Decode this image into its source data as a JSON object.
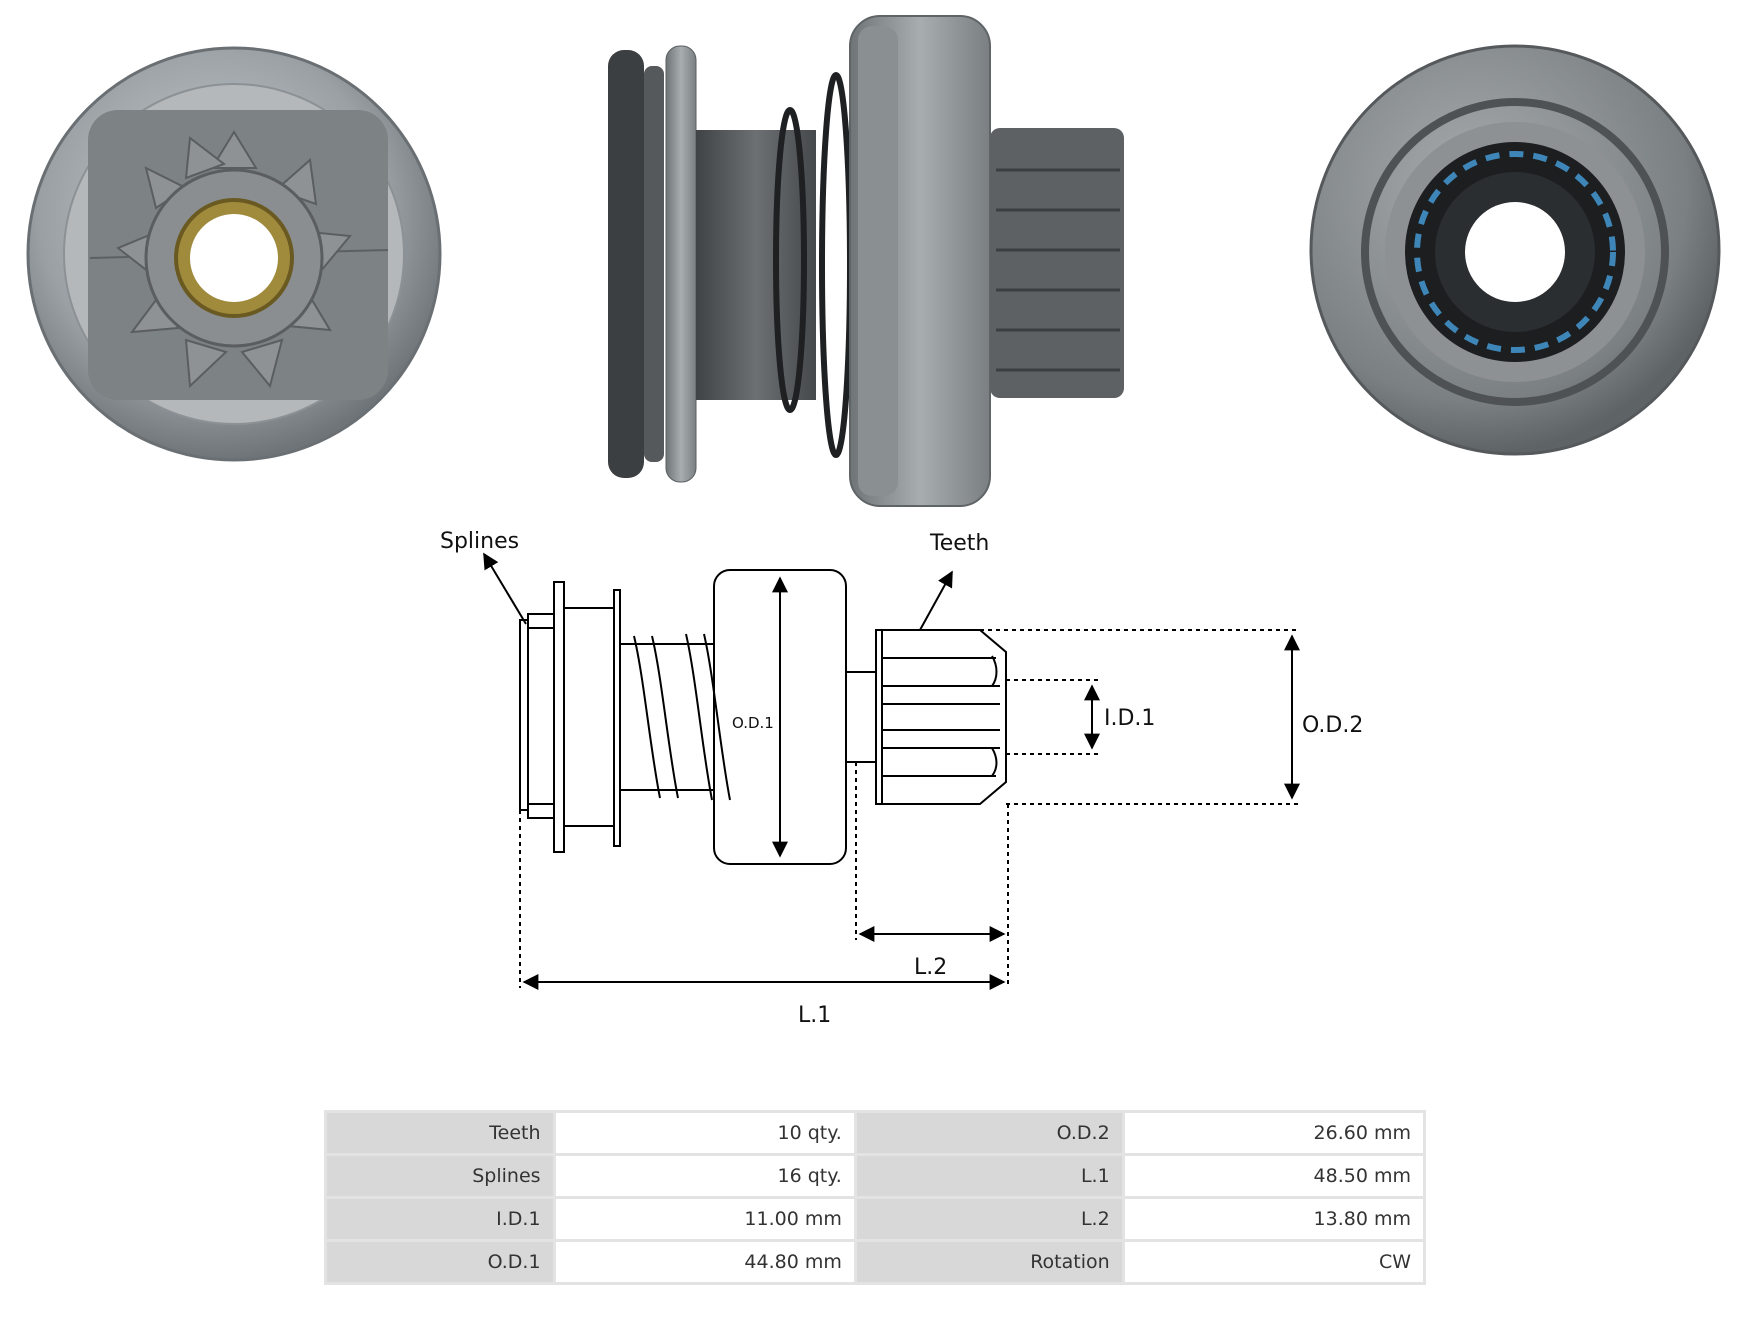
{
  "diagram": {
    "labels": {
      "splines": "Splines",
      "teeth": "Teeth",
      "od1": "O.D.1",
      "id1": "I.D.1",
      "od2": "O.D.2",
      "l2": "L.2",
      "l1": "L.1"
    }
  },
  "specs": {
    "rows": [
      {
        "label_a": "Teeth",
        "value_a": "10 qty.",
        "label_b": "O.D.2",
        "value_b": "26.60 mm"
      },
      {
        "label_a": "Splines",
        "value_a": "16 qty.",
        "label_b": "L.1",
        "value_b": "48.50 mm"
      },
      {
        "label_a": "I.D.1",
        "value_a": "11.00 mm",
        "label_b": "L.2",
        "value_b": "13.80 mm"
      },
      {
        "label_a": "O.D.1",
        "value_a": "44.80 mm",
        "label_b": "Rotation",
        "value_b": "CW"
      }
    ]
  }
}
